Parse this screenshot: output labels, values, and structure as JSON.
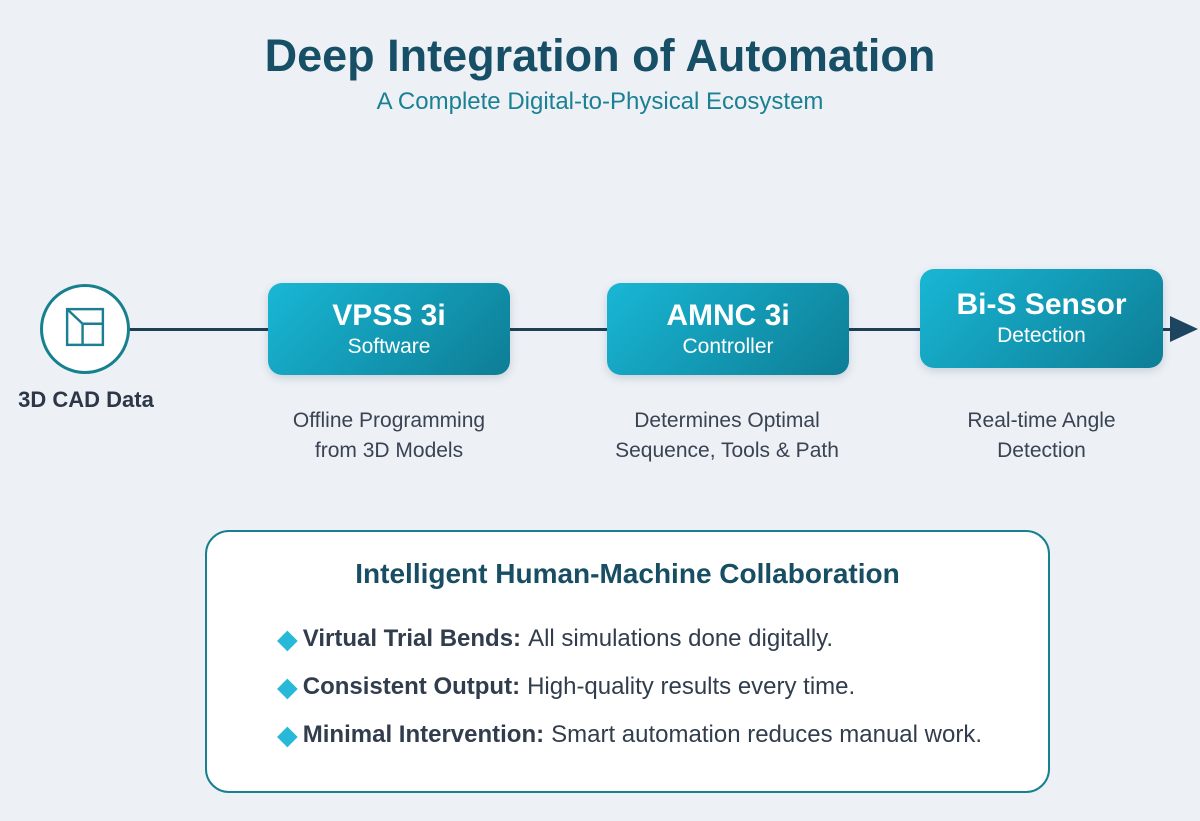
{
  "header": {
    "title": "Deep Integration of Automation",
    "subtitle": "A Complete Digital-to-Physical Ecosystem"
  },
  "colors": {
    "background": "#edf1f6",
    "title_text": "#174f66",
    "subtitle_text": "#1b8093",
    "accent_teal": "#17808f",
    "connector_line": "#1e3f55",
    "box_gradient_start": "#18b7d5",
    "box_gradient_end": "#0e7d95",
    "diamond": "#29b9d8",
    "body_text": "#3a4352"
  },
  "icons": {
    "diamond": "◆",
    "cad_cube": "cad-cube-icon"
  },
  "flow": {
    "source": {
      "label": "3D CAD Data"
    },
    "nodes": [
      {
        "title": "VPSS 3i",
        "subtitle": "Software",
        "description": "Offline Programming\nfrom 3D Models"
      },
      {
        "title": "AMNC 3i",
        "subtitle": "Controller",
        "description": "Determines Optimal\nSequence, Tools & Path"
      },
      {
        "title": "Bi-S Sensor",
        "subtitle": "Detection",
        "description": "Real-time Angle\nDetection"
      }
    ]
  },
  "collaboration_card": {
    "title": "Intelligent Human-Machine Collaboration",
    "bullets": [
      {
        "label": "Virtual Trial Bends:",
        "text": "All simulations done digitally."
      },
      {
        "label": "Consistent Output:",
        "text": "High-quality results every time."
      },
      {
        "label": "Minimal Intervention:",
        "text": "Smart automation reduces manual work."
      }
    ]
  }
}
